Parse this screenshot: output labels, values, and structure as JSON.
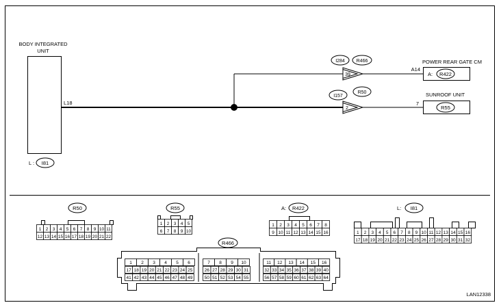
{
  "upper": {
    "body_unit": {
      "label_line1": "BODY INTEGRATED",
      "label_line2": "UNIT",
      "terminal": "L18",
      "connector_prefix": "L :",
      "connector_id": "I81"
    },
    "junction_connector_1": {
      "left_id": "I284",
      "right_id": "R466",
      "pin": "39"
    },
    "junction_connector_2": {
      "left_id": "I157",
      "right_id": "R50",
      "pin": "2"
    },
    "rear_gate": {
      "label": "POWER REAR GATE CM",
      "terminal": "A14",
      "connector_prefix": "A:",
      "connector_id": "R422"
    },
    "sunroof": {
      "label": "SUNROOF UNIT",
      "terminal": "7",
      "connector_id": "R55"
    }
  },
  "connectors": {
    "r50": {
      "title": "R50",
      "row1": [
        "1",
        "2",
        "3",
        "4",
        "5",
        "6",
        "7",
        "8",
        "9",
        "10",
        "11"
      ],
      "row2": [
        "12",
        "13",
        "14",
        "15",
        "16",
        "17",
        "18",
        "19",
        "20",
        "21",
        "22"
      ]
    },
    "r55": {
      "title": "R55",
      "row1": [
        "1",
        "2",
        "3",
        "4",
        "5"
      ],
      "row2": [
        "6",
        "7",
        "8",
        "9",
        "10"
      ]
    },
    "r422": {
      "prefix": "A:",
      "title": "R422",
      "row1": [
        "1",
        "2",
        "3",
        "4",
        "5",
        "6",
        "7",
        "8"
      ],
      "row2": [
        "9",
        "10",
        "11",
        "12",
        "13",
        "14",
        "15",
        "16"
      ]
    },
    "i81": {
      "prefix": "L:",
      "title": "I81",
      "row1": [
        "1",
        "2",
        "3",
        "4",
        "5",
        "6",
        "7",
        "8",
        "9",
        "10",
        "11",
        "12",
        "13",
        "14",
        "15",
        "16"
      ],
      "row2": [
        "17",
        "18",
        "19",
        "20",
        "21",
        "22",
        "23",
        "24",
        "25",
        "26",
        "27",
        "28",
        "29",
        "30",
        "31",
        "32"
      ]
    },
    "r466": {
      "title": "R466",
      "left": {
        "row1": [
          "1",
          "2",
          "3",
          "4",
          "5",
          "6"
        ],
        "row2": [
          "17",
          "18",
          "19",
          "20",
          "21",
          "22",
          "23",
          "24",
          "25"
        ],
        "row3": [
          "41",
          "42",
          "43",
          "44",
          "45",
          "46",
          "47",
          "48",
          "49"
        ]
      },
      "middle": {
        "row1": [
          "7",
          "8",
          "9",
          "10"
        ],
        "row2": [
          "26",
          "27",
          "28",
          "29",
          "30",
          "31"
        ],
        "row3": [
          "50",
          "51",
          "52",
          "53",
          "54",
          "55"
        ]
      },
      "right": {
        "row1": [
          "11",
          "12",
          "13",
          "14",
          "15",
          "16"
        ],
        "row2": [
          "32",
          "33",
          "34",
          "35",
          "36",
          "37",
          "38",
          "39",
          "40"
        ],
        "row3": [
          "56",
          "57",
          "58",
          "59",
          "60",
          "61",
          "62",
          "63",
          "64"
        ]
      }
    }
  },
  "footer": {
    "code": "LAN12338"
  }
}
